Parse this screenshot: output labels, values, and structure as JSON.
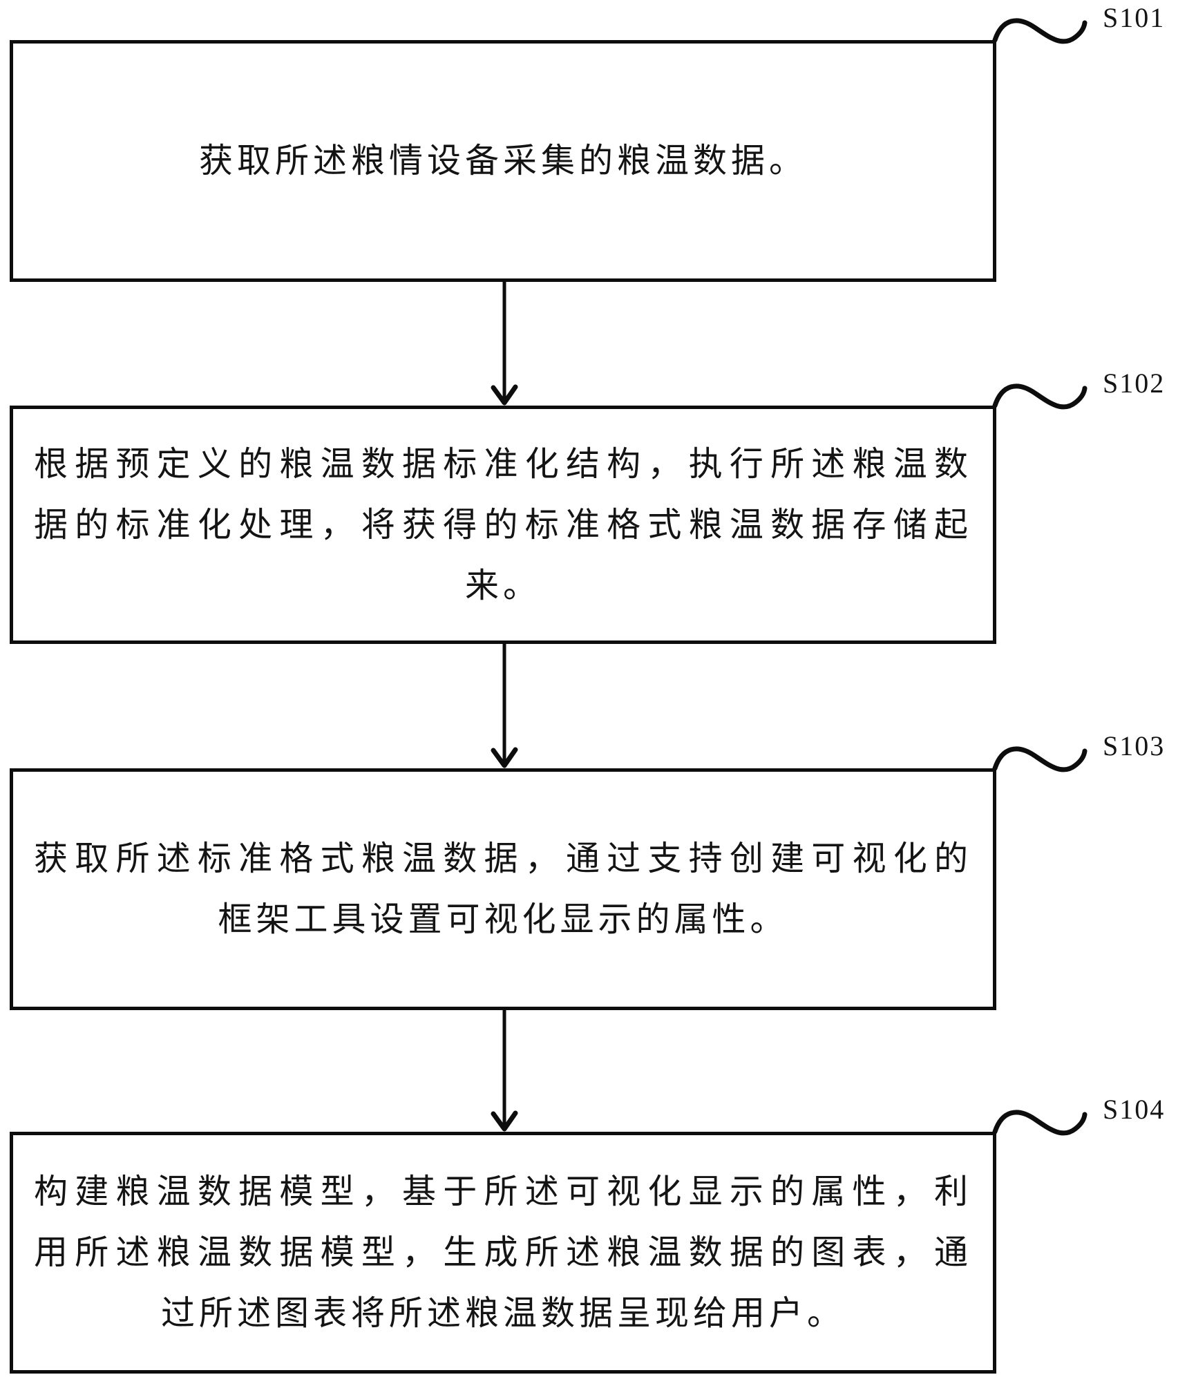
{
  "figure": {
    "type": "flowchart",
    "colors": {
      "background": "#ffffff",
      "line": "#0d0d0d",
      "text": "#141414"
    },
    "steps": [
      {
        "label": "S101",
        "lines": [
          "获取所述粮情设备采集的粮温数据。"
        ]
      },
      {
        "label": "S102",
        "lines": [
          "根据预定义的粮温数据标准化结构，执行所述粮温数",
          "据的标准化处理，将获得的标准格式粮温数据存储起",
          "来。"
        ]
      },
      {
        "label": "S103",
        "lines": [
          "获取所述标准格式粮温数据，通过支持创建可视化的",
          "框架工具设置可视化显示的属性。"
        ]
      },
      {
        "label": "S104",
        "lines": [
          "构建粮温数据模型，基于所述可视化显示的属性，利",
          "用所述粮温数据模型，生成所述粮温数据的图表，通",
          "过所述图表将所述粮温数据呈现给用户。"
        ]
      }
    ]
  }
}
